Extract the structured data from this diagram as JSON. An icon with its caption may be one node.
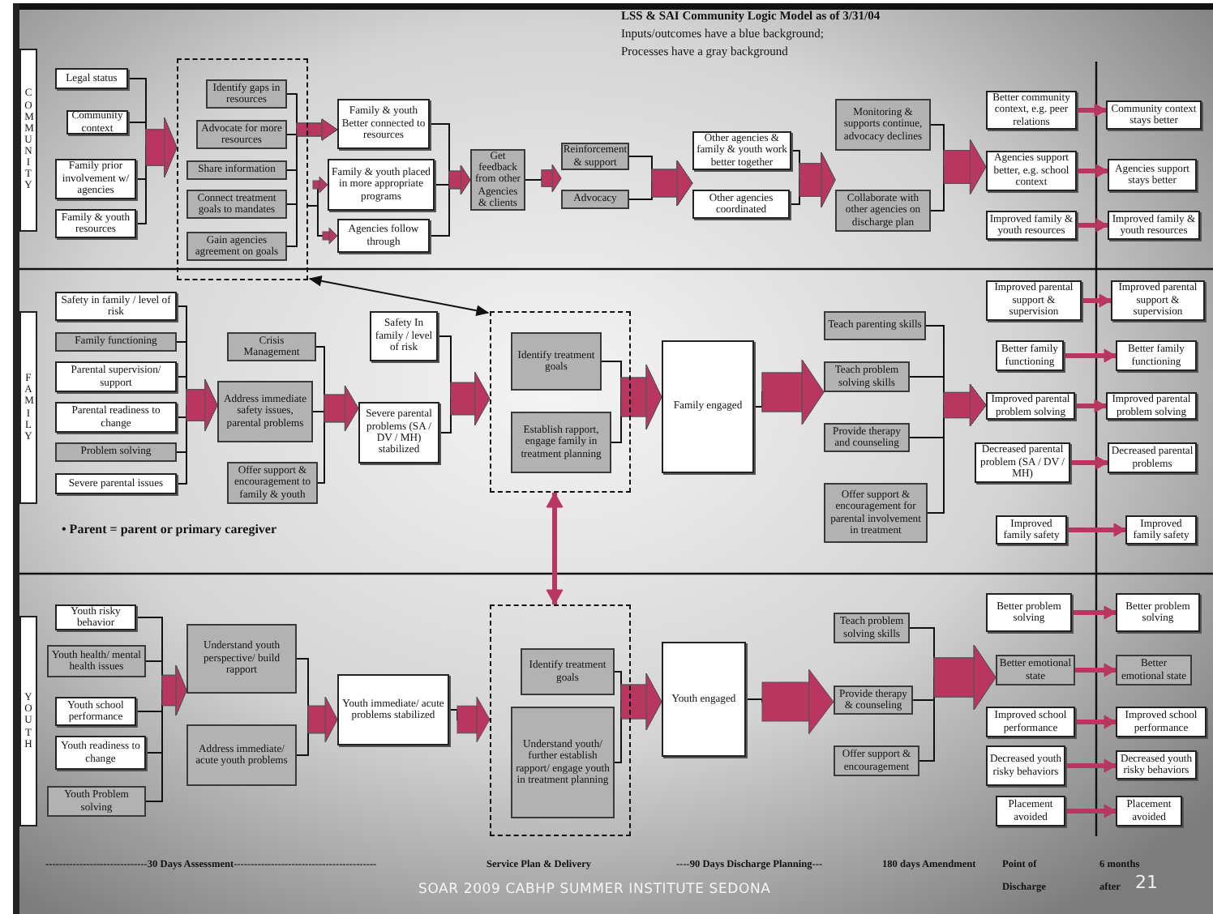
{
  "diagram": {
    "title": "LSS & SAI Community Logic Model as of 3/31/04",
    "nodes": [
      {
        "text": [
          "COMMUNITY"
        ]
      },
      {
        "text": [
          "Legal status"
        ]
      },
      {
        "text": [
          "Community context"
        ]
      },
      {
        "text": [
          "Family prior involvement w/ agencies"
        ]
      },
      {
        "text": [
          "Family & youth resources"
        ]
      },
      {
        "text": [],
        "shape": "box"
      },
      {
        "text": [
          "Identify gaps in resources"
        ],
        "in": 5
      },
      {
        "text": [
          "Advocate for more resources"
        ],
        "in": 5
      },
      {
        "text": [
          "Share information"
        ],
        "in": 5
      },
      {
        "text": [
          "Connect treatment goals to mandates"
        ],
        "in": 5
      },
      {
        "text": [
          "Gain agencies agreement on goals"
        ],
        "in": 5
      },
      {
        "text": [
          "Family & youth Better connected to resources"
        ]
      },
      {
        "text": [
          "Family & youth placed in more appropriate programs"
        ]
      },
      {
        "text": [
          "Agencies follow through"
        ]
      },
      {
        "text": [
          "Get feedback from other Agencies & clients"
        ]
      },
      {
        "text": [
          "Reinforcement & support"
        ]
      },
      {
        "text": [
          "Advocacy"
        ]
      },
      {
        "text": [
          "Other agencies & family & youth work better together"
        ]
      },
      {
        "text": [
          "Other agencies coordinated"
        ]
      },
      {
        "text": [
          "Monitoring & supports continue, advocacy declines"
        ]
      },
      {
        "text": [
          "Collaborate with other agencies on discharge plan"
        ]
      },
      {
        "text": [
          "Better community context, e.g. peer relations"
        ]
      },
      {
        "text": [
          "Agencies support better, e.g. school context"
        ]
      },
      {
        "text": [
          "Improved family & youth resources"
        ]
      },
      {
        "text": [
          "Community context stays better"
        ]
      },
      {
        "text": [
          "Agencies support stays better"
        ]
      },
      {
        "text": [
          "Improved family & youth resources"
        ]
      },
      {
        "text": [
          "FAMILY"
        ]
      },
      {
        "text": [
          "Safety in family / level of risk"
        ]
      },
      {
        "text": [
          "Family functioning"
        ]
      },
      {
        "text": [
          "Parental supervision/ support"
        ]
      },
      {
        "text": [
          "Parental readiness to change"
        ]
      },
      {
        "text": [
          "Problem solving"
        ]
      },
      {
        "text": [
          "Severe parental issues"
        ]
      },
      {
        "text": [
          "Crisis Management"
        ]
      },
      {
        "text": [
          "Address immediate safety issues, parental problems"
        ]
      },
      {
        "text": [
          "Offer support & encouragement to family & youth"
        ]
      },
      {
        "text": [
          "Safety In family / level of risk"
        ]
      },
      {
        "text": [
          "Severe parental problems (SA / DV / MH) stabilized"
        ]
      },
      {
        "text": [],
        "shape": "box"
      },
      {
        "text": [
          "Identify treatment goals"
        ],
        "in": 39
      },
      {
        "text": [
          "Establish rapport, engage family in treatment planning"
        ],
        "in": 39
      },
      {
        "text": [
          "Family engaged"
        ]
      },
      {
        "text": [
          "Teach parenting skills"
        ]
      },
      {
        "text": [
          "Teach problem solving skills"
        ]
      },
      {
        "text": [
          "Provide therapy and counseling"
        ]
      },
      {
        "text": [
          "Offer support & encouragement for parental involvement in treatment"
        ]
      },
      {
        "text": [
          "Improved parental support & supervision"
        ]
      },
      {
        "text": [
          "Better family functioning"
        ]
      },
      {
        "text": [
          "Improved parental problem solving"
        ]
      },
      {
        "text": [
          "Decreased parental problem (SA / DV / MH)"
        ]
      },
      {
        "text": [
          "Improved family safety"
        ]
      },
      {
        "text": [
          "Improved parental support & supervision"
        ]
      },
      {
        "text": [
          "Better family functioning"
        ]
      },
      {
        "text": [
          "Improved parental problem solving"
        ]
      },
      {
        "text": [
          "Decreased parental problems"
        ]
      },
      {
        "text": [
          "Improved family safety"
        ]
      },
      {
        "text": [
          "YOUTH"
        ]
      },
      {
        "text": [
          "Youth risky behavior"
        ]
      },
      {
        "text": [
          "Youth health/ mental health issues"
        ]
      },
      {
        "text": [
          "Youth school performance"
        ]
      },
      {
        "text": [
          "Youth readiness to change"
        ]
      },
      {
        "text": [
          "Youth Problem solving"
        ]
      },
      {
        "text": [
          "Understand youth perspective/ build rapport"
        ]
      },
      {
        "text": [
          "Address immediate/ acute youth problems"
        ]
      },
      {
        "text": [
          "Youth immediate/ acute problems stabilized"
        ]
      },
      {
        "text": [],
        "shape": "box"
      },
      {
        "text": [
          "Identify treatment goals"
        ],
        "in": 66
      },
      {
        "text": [
          "Understand youth/ further establish rapport/ engage youth in treatment planning"
        ],
        "in": 66
      },
      {
        "text": [
          "Youth engaged"
        ]
      },
      {
        "text": [
          "Teach problem solving skills"
        ]
      },
      {
        "text": [
          "Provide therapy & counseling"
        ]
      },
      {
        "text": [
          "Offer support & encouragement"
        ]
      },
      {
        "text": [
          "Better problem solving"
        ]
      },
      {
        "text": [
          "Better emotional state"
        ]
      },
      {
        "text": [
          "Improved school performance"
        ]
      },
      {
        "text": [
          "Decreased youth risky behaviors"
        ]
      },
      {
        "text": [
          "Placement avoided"
        ]
      },
      {
        "text": [
          "Better problem solving"
        ]
      },
      {
        "text": [
          "Better emotional state"
        ]
      },
      {
        "text": [
          "Improved school performance"
        ]
      },
      {
        "text": [
          "Decreased youth risky behaviors"
        ]
      },
      {
        "text": [
          "Placement avoided"
        ]
      }
    ],
    "edges": [
      {
        "from": 1,
        "to": 5,
        "arrow": "to"
      },
      {
        "from": 2,
        "to": 5,
        "arrow": "to"
      },
      {
        "from": 3,
        "to": 5,
        "arrow": "to"
      },
      {
        "from": 4,
        "to": 5,
        "arrow": "to"
      },
      {
        "from": 6,
        "to": 11,
        "arrow": "to"
      },
      {
        "from": 7,
        "to": 11,
        "arrow": "to"
      },
      {
        "from": 8,
        "to": 11,
        "arrow": "to"
      },
      {
        "from": 9,
        "to": 11,
        "arrow": "to"
      },
      {
        "from": 10,
        "to": 11,
        "arrow": "to"
      },
      {
        "from": 5,
        "to": 12,
        "arrow": "to"
      },
      {
        "from": 5,
        "to": 13,
        "arrow": "to"
      },
      {
        "from": 11,
        "to": 14,
        "arrow": "to"
      },
      {
        "from": 12,
        "to": 14,
        "arrow": "to"
      },
      {
        "from": 13,
        "to": 14,
        "arrow": "to"
      },
      {
        "from": 14,
        "to": 15,
        "arrow": "to"
      },
      {
        "from": 14,
        "to": 16,
        "arrow": "to"
      },
      {
        "from": 15,
        "to": 17,
        "arrow": "to"
      },
      {
        "from": 15,
        "to": 18,
        "arrow": "to"
      },
      {
        "from": 16,
        "to": 17,
        "arrow": "to"
      },
      {
        "from": 16,
        "to": 18,
        "arrow": "to"
      },
      {
        "from": 17,
        "to": 19,
        "arrow": "to"
      },
      {
        "from": 17,
        "to": 20,
        "arrow": "to"
      },
      {
        "from": 18,
        "to": 19,
        "arrow": "to"
      },
      {
        "from": 18,
        "to": 20,
        "arrow": "to"
      },
      {
        "from": 19,
        "to": 22,
        "arrow": "to"
      },
      {
        "from": 20,
        "to": 22,
        "arrow": "to"
      },
      {
        "from": 21,
        "to": 24,
        "arrow": "to",
        "style": "thick",
        "color": "#b8365f"
      },
      {
        "from": 22,
        "to": 25,
        "arrow": "to",
        "style": "thick",
        "color": "#b8365f"
      },
      {
        "from": 23,
        "to": 26,
        "arrow": "to",
        "style": "thick",
        "color": "#b8365f"
      },
      {
        "from": 28,
        "to": 35,
        "arrow": "to"
      },
      {
        "from": 29,
        "to": 35,
        "arrow": "to"
      },
      {
        "from": 30,
        "to": 35,
        "arrow": "to"
      },
      {
        "from": 31,
        "to": 35,
        "arrow": "to"
      },
      {
        "from": 32,
        "to": 35,
        "arrow": "to"
      },
      {
        "from": 33,
        "to": 35,
        "arrow": "to"
      },
      {
        "from": 34,
        "to": 38,
        "arrow": "to"
      },
      {
        "from": 35,
        "to": 38,
        "arrow": "to"
      },
      {
        "from": 36,
        "to": 38,
        "arrow": "to"
      },
      {
        "from": 37,
        "to": 39,
        "arrow": "to"
      },
      {
        "from": 38,
        "to": 39,
        "arrow": "to"
      },
      {
        "from": 40,
        "to": 42,
        "arrow": "to"
      },
      {
        "from": 41,
        "to": 42,
        "arrow": "to"
      },
      {
        "from": 42,
        "to": 44,
        "arrow": "to"
      },
      {
        "from": 42,
        "to": 45,
        "arrow": "to"
      },
      {
        "from": 43,
        "to": 49,
        "arrow": "to"
      },
      {
        "from": 44,
        "to": 49,
        "arrow": "to"
      },
      {
        "from": 45,
        "to": 49,
        "arrow": "to"
      },
      {
        "from": 46,
        "to": 49,
        "arrow": "to"
      },
      {
        "from": 47,
        "to": 52,
        "arrow": "to",
        "style": "thick",
        "color": "#b8365f"
      },
      {
        "from": 48,
        "to": 53,
        "arrow": "to",
        "style": "thick",
        "color": "#b8365f"
      },
      {
        "from": 49,
        "to": 54,
        "arrow": "to",
        "style": "thick",
        "color": "#b8365f"
      },
      {
        "from": 50,
        "to": 55,
        "arrow": "to",
        "style": "thick",
        "color": "#b8365f"
      },
      {
        "from": 51,
        "to": 56,
        "arrow": "to",
        "style": "thick",
        "color": "#b8365f"
      },
      {
        "from": 58,
        "to": 63,
        "arrow": "to"
      },
      {
        "from": 59,
        "to": 63,
        "arrow": "to"
      },
      {
        "from": 60,
        "to": 63,
        "arrow": "to"
      },
      {
        "from": 61,
        "to": 63,
        "arrow": "to"
      },
      {
        "from": 62,
        "to": 63,
        "arrow": "to"
      },
      {
        "from": 63,
        "to": 65,
        "arrow": "to"
      },
      {
        "from": 64,
        "to": 65,
        "arrow": "to"
      },
      {
        "from": 65,
        "to": 66,
        "arrow": "to"
      },
      {
        "from": 67,
        "to": 69,
        "arrow": "to"
      },
      {
        "from": 68,
        "to": 69,
        "arrow": "to"
      },
      {
        "from": 69,
        "to": 71,
        "arrow": "to"
      },
      {
        "from": 70,
        "to": 74,
        "arrow": "to"
      },
      {
        "from": 71,
        "to": 74,
        "arrow": "to"
      },
      {
        "from": 72,
        "to": 74,
        "arrow": "to"
      },
      {
        "from": 73,
        "to": 78,
        "arrow": "to",
        "style": "thick",
        "color": "#b8365f"
      },
      {
        "from": 74,
        "to": 79,
        "arrow": "to",
        "style": "thick",
        "color": "#b8365f"
      },
      {
        "from": 75,
        "to": 80,
        "arrow": "to",
        "style": "thick",
        "color": "#b8365f"
      },
      {
        "from": 76,
        "to": 81,
        "arrow": "to",
        "style": "thick",
        "color": "#b8365f"
      },
      {
        "from": 77,
        "to": 82,
        "arrow": "to",
        "style": "thick",
        "color": "#b8365f"
      },
      {
        "from": 5,
        "to": 39,
        "arrow": "both"
      },
      {
        "from": 39,
        "to": 66,
        "arrow": "both",
        "style": "thick",
        "color": "#b8365f"
      }
    ],
    "labels": [
      "Inputs/outcomes have a blue background; Processes have a gray background",
      "• Parent = parent or primary caregiver",
      "------------------------------30 Days Assessment------------------------------------------",
      "Service Plan & Delivery",
      "----90 Days Discharge Planning---",
      "180 days Amendment",
      "Point of Discharge",
      "6 months after",
      "21",
      "SOAR 2009 CABHP SUMMER INSTITUTE SEDONA"
    ]
  }
}
